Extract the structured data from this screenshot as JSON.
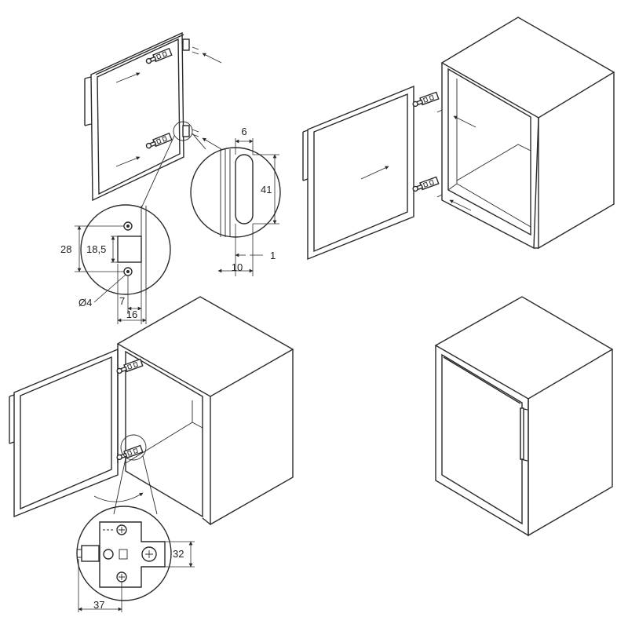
{
  "dimensions": {
    "slot_width": "6",
    "slot_height": "41",
    "slot_offset": "1",
    "slot_edge_distance": "10",
    "hole_spacing_outer": "28",
    "hole_spacing_inner": "18,5",
    "hole_diameter": "Ø4",
    "hole_edge_distance": "7",
    "plate_width": "16",
    "plate_height": "32",
    "plate_offset": "37"
  },
  "colors": {
    "line": "#2a2a2a",
    "background": "#ffffff"
  }
}
